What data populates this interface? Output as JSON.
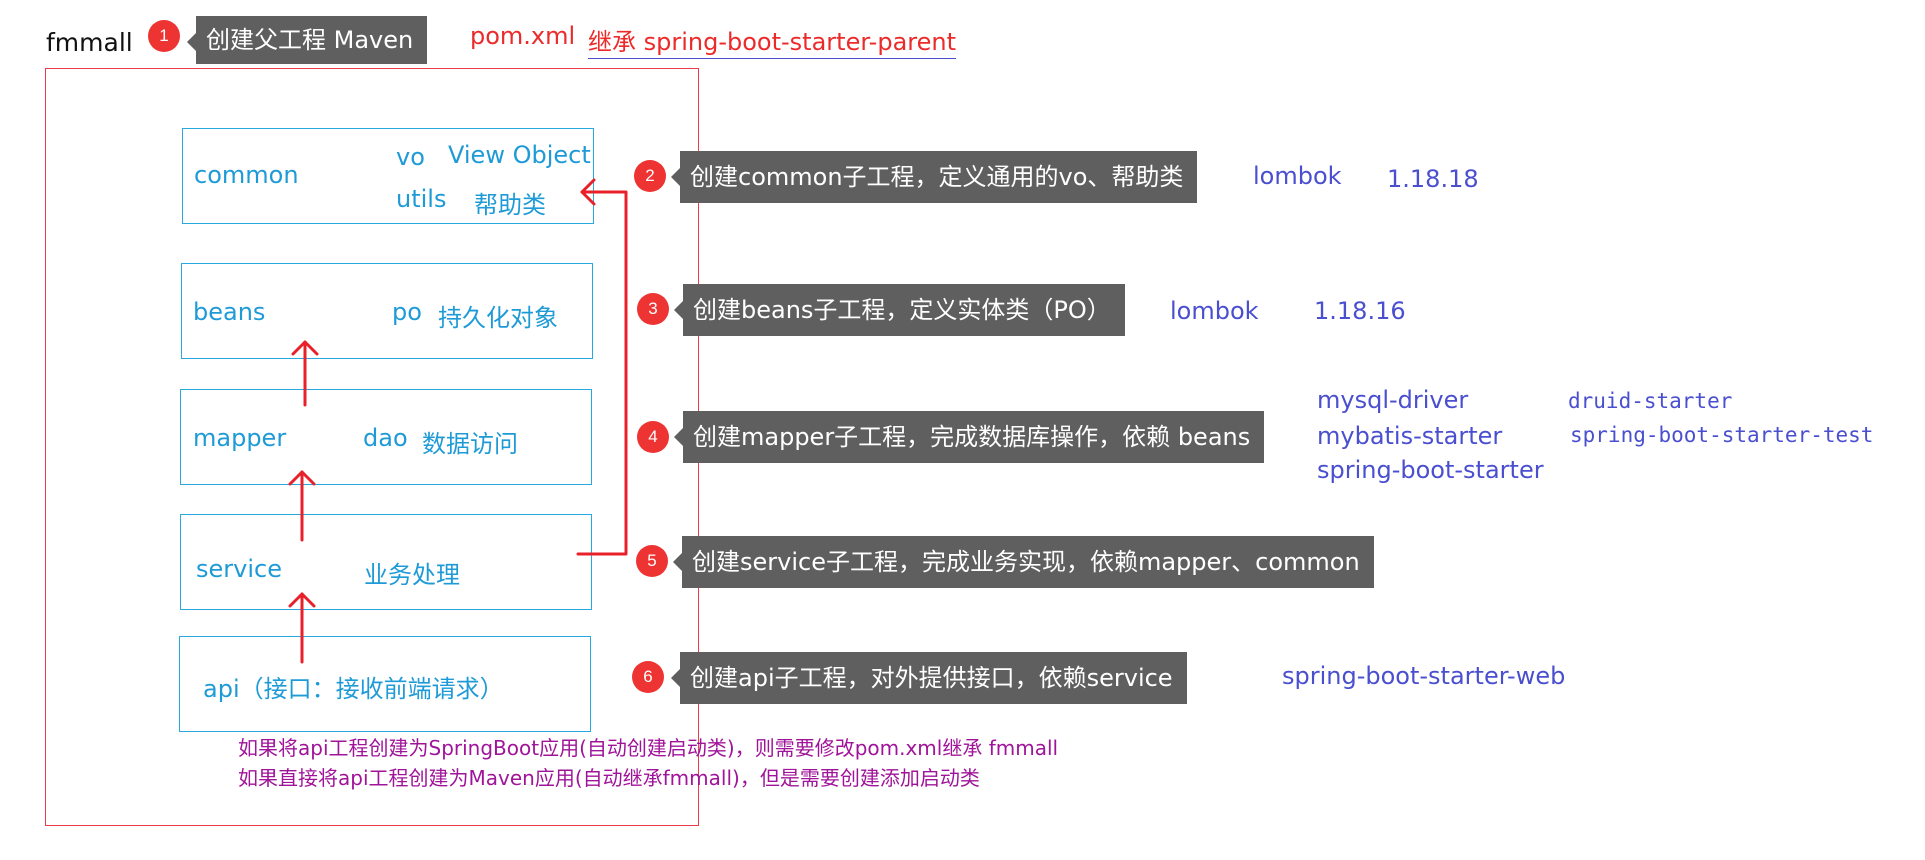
{
  "root": {
    "label": "fmmall"
  },
  "parent": {
    "step": "1",
    "callout": "创建父工程  Maven",
    "pom": "pom.xml",
    "inherit": "继承 spring-boot-starter-parent"
  },
  "modules": [
    {
      "name": "common",
      "items": [
        "vo",
        "View Object",
        "utils",
        "帮助类"
      ]
    },
    {
      "name": "beans",
      "items": [
        "po",
        "持久化对象"
      ]
    },
    {
      "name": "mapper",
      "items": [
        "dao",
        "数据访问"
      ]
    },
    {
      "name": "service",
      "items": [
        "业务处理"
      ]
    },
    {
      "name": "api（接口：接收前端请求）"
    }
  ],
  "steps": [
    {
      "num": "2",
      "text": "创建common子工程，定义通用的vo、帮助类",
      "deps": [
        "lombok",
        "1.18.18"
      ]
    },
    {
      "num": "3",
      "text": "创建beans子工程，定义实体类（PO）",
      "deps": [
        "lombok",
        "1.18.16"
      ]
    },
    {
      "num": "4",
      "text": "创建mapper子工程，完成数据库操作，依赖 beans",
      "deps": [
        "mysql-driver",
        "mybatis-starter",
        "spring-boot-starter",
        "druid-starter",
        "spring-boot-starter-test"
      ]
    },
    {
      "num": "5",
      "text": "创建service子工程，完成业务实现，依赖mapper、common"
    },
    {
      "num": "6",
      "text": "创建api子工程，对外提供接口，依赖service",
      "deps": [
        "spring-boot-starter-web"
      ]
    }
  ],
  "notes": [
    "如果将api工程创建为SpringBoot应用(自动创建启动类)，则需要修改pom.xml继承 fmmall",
    "如果直接将api工程创建为Maven应用(自动继承fmmall)，但是需要创建添加启动类"
  ],
  "colors": {
    "module_border": "#29a8e0",
    "outer_border": "#ec3b4a",
    "arrow": "#e8202a",
    "callout_bg": "#5f5f5f",
    "dependency_text": "#4a4fd0",
    "note_text": "#a0149a"
  }
}
